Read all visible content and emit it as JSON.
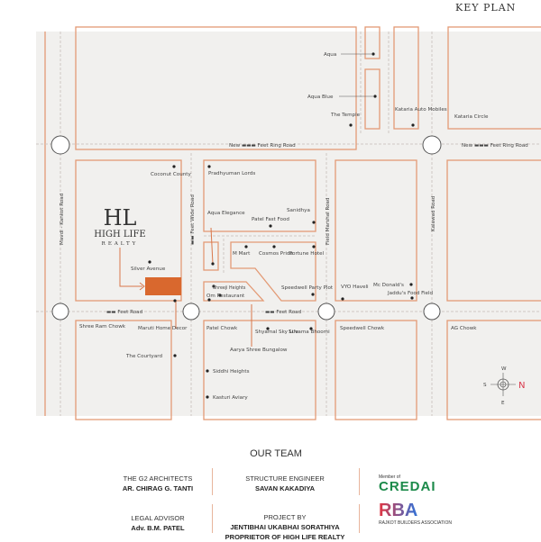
{
  "header": {
    "title": "KEY PLAN"
  },
  "logo": {
    "name": "HIGH LIFE",
    "sub": "REALTY",
    "monogram": "HL"
  },
  "roads": {
    "ring": "New ▬▬▬ Feet Ring Road",
    "ring2": "New ▬▬▬ Feet Ring Road",
    "feet1": "▬▬ Feet Road",
    "feet2": "▬▬ Feet Road",
    "mavdi": "Mavdi - Kankot Road",
    "wide": "▬▬ Feet Wide Road",
    "marshal": "Field Marshal Road",
    "kalawad": "Kalawad Road"
  },
  "places": [
    "Aqua",
    "Aqua Blue",
    "The Temple",
    "Kataria Auto Mobiles",
    "Kataria Circle",
    "Coconut County",
    "Pradhyuman Lords",
    "Sanidhya",
    "Aqua Elegance",
    "Patel Fast Food",
    "M Mart",
    "Cosmos Pride",
    "Fortune Hotel",
    "Silver Avenue",
    "Shreeji Heights",
    "Om Restaurant",
    "Speedwell Party Plot",
    "VYO Haveli",
    "Mc Donald's",
    "Jaddu's Food Field",
    "Shree Ram Chowk",
    "Maruti Home Decor",
    "The Courtyard",
    "Patel Chowk",
    "Shyamal Sky Life",
    "Suvama Bhoomi",
    "Aarya Shree Bungalow",
    "Siddhi Heights",
    "Kasturi Aviary",
    "Speedwell Chowk",
    "AG Chowk"
  ],
  "compass": {
    "n": "N",
    "s": "S",
    "e": "E",
    "w": "W",
    "accent": "#d9374b"
  },
  "colors": {
    "block": "#e39a75",
    "site": "#d9682e",
    "map_bg": "#f1f0ee"
  },
  "team": {
    "heading": "OUR TEAM",
    "architect": {
      "role": "THE G2 ARCHITECTS",
      "name": "AR. CHIRAG G. TANTI"
    },
    "engineer": {
      "role": "STRUCTURE ENGINEER",
      "name": "SAVAN KAKADIYA"
    },
    "legal": {
      "role": "LEGAL ADVISOR",
      "name": "Adv. B.M. PATEL"
    },
    "project": {
      "role": "PROJECT BY",
      "name": "JENTIBHAI UKABHAI SORATHIYA",
      "name2": "PROPRIETOR OF HIGH LIFE REALTY"
    },
    "credai": {
      "member": "Member of",
      "name": "CREDAI"
    },
    "rba": {
      "name": "RBA",
      "full": "RAJKOT BUILDERS ASSOCIATION"
    }
  }
}
